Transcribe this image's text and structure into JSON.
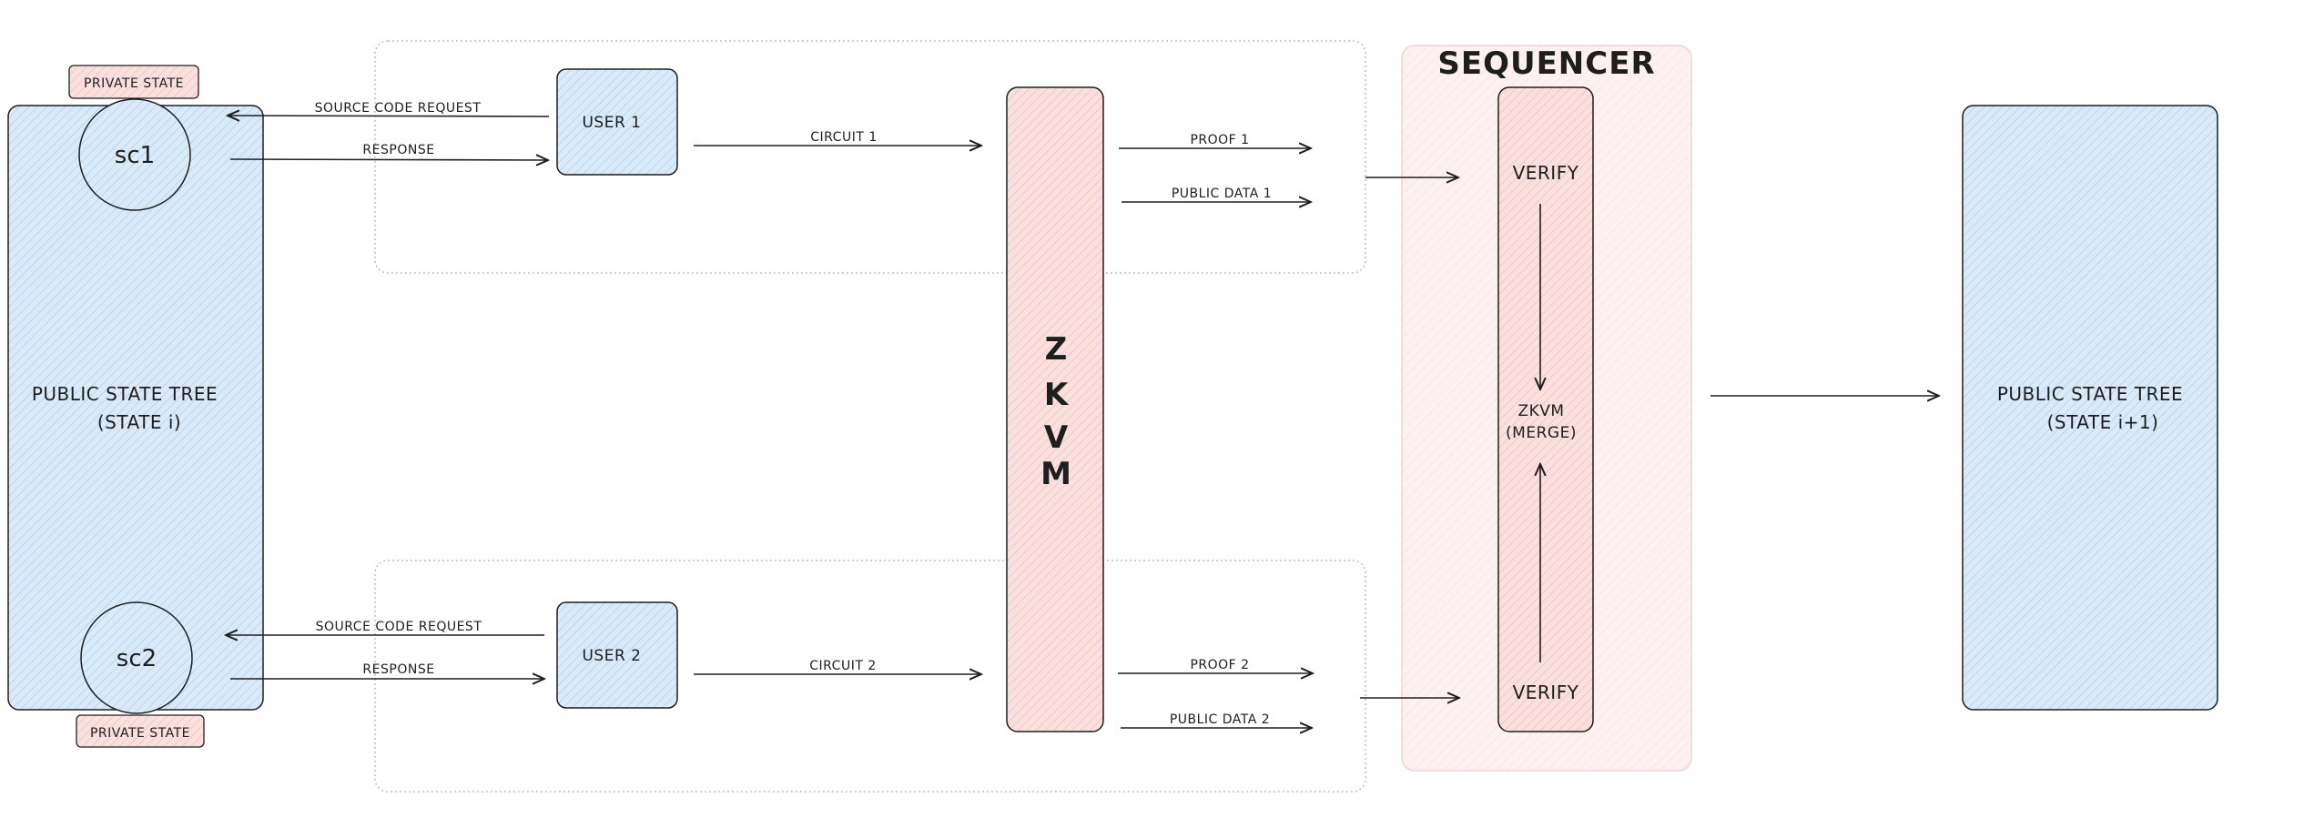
{
  "diagram": {
    "sequencer_title": "SEQUENCER",
    "left_tree": {
      "line1": "PUBLIC STATE TREE",
      "line2": "(STATE i)"
    },
    "right_tree": {
      "line1": "PUBLIC STATE TREE",
      "line2": "(STATE i+1)"
    },
    "private_state_top": "PRIVATE STATE",
    "private_state_bottom": "PRIVATE STATE",
    "sc1": "sc1",
    "sc2": "sc2",
    "user1": "USER 1",
    "user2": "USER 2",
    "source_code_request_1": "SOURCE CODE REQUEST",
    "response_1": "RESPONSE",
    "source_code_request_2": "SOURCE CODE REQUEST",
    "response_2": "RESPONSE",
    "circuit1": "CIRCUIT 1",
    "circuit2": "CIRCUIT 2",
    "zkvm_letters": [
      "Z",
      "K",
      "V",
      "M"
    ],
    "proof1": "PROOF 1",
    "public_data1": "PUBLIC DATA 1",
    "proof2": "PROOF 2",
    "public_data2": "PUBLIC DATA 2",
    "verify_top": "VERIFY",
    "verify_bottom": "VERIFY",
    "zkvm_merge": {
      "line1": "ZKVM",
      "line2": "(MERGE)"
    }
  },
  "colors": {
    "blue_fill": "#dbeaf9",
    "blue_hatch": "#a5c8ef",
    "pink_fill": "#fbe0e0",
    "pink_hatch": "#f3b5b5",
    "sequencer_fill": "#fdf1f0",
    "stroke": "#1e1e1e",
    "dashed_border": "#b4b4b4"
  }
}
